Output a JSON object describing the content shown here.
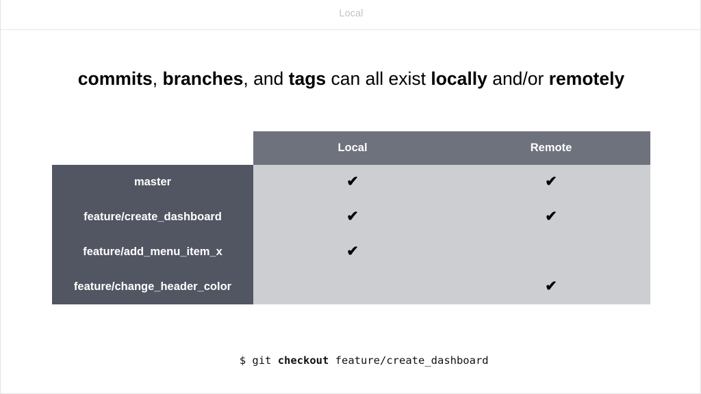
{
  "topbar": {
    "caption": "Local"
  },
  "headline": {
    "segments": [
      {
        "text": "commits",
        "bold": true
      },
      {
        "text": ", ",
        "bold": false
      },
      {
        "text": "branches",
        "bold": true
      },
      {
        "text": ", and ",
        "bold": false
      },
      {
        "text": "tags",
        "bold": true
      },
      {
        "text": " can all exist ",
        "bold": false
      },
      {
        "text": "locally",
        "bold": true
      },
      {
        "text": " and/or ",
        "bold": false
      },
      {
        "text": "remotely",
        "bold": true
      }
    ],
    "plain_text": "commits, branches, and tags can all exist locally and/or remotely"
  },
  "matrix": {
    "corner_label": "",
    "columns": [
      "Local",
      "Remote"
    ],
    "check_glyph": "✔",
    "rows": [
      {
        "label": "master",
        "local": true,
        "remote": true
      },
      {
        "label": "feature/create_dashboard",
        "local": true,
        "remote": true
      },
      {
        "label": "feature/add_menu_item_x",
        "local": true,
        "remote": false
      },
      {
        "label": "feature/change_header_color",
        "local": false,
        "remote": true
      }
    ]
  },
  "command": {
    "prompt": "$ ",
    "program": "git ",
    "subcommand": "checkout",
    "argument": " feature/create_dashboard",
    "full_text": "$ git checkout feature/create_dashboard"
  },
  "colors": {
    "header_cell": "#6e727d",
    "row_label_cell": "#525662",
    "data_cell": "#cdced1",
    "page_background": "#ffffff",
    "caption_text": "#c3c3c3",
    "heading_text": "#000000",
    "cell_text": "#ffffff",
    "check_mark": "#000000",
    "divider": "#e6e6e6"
  }
}
